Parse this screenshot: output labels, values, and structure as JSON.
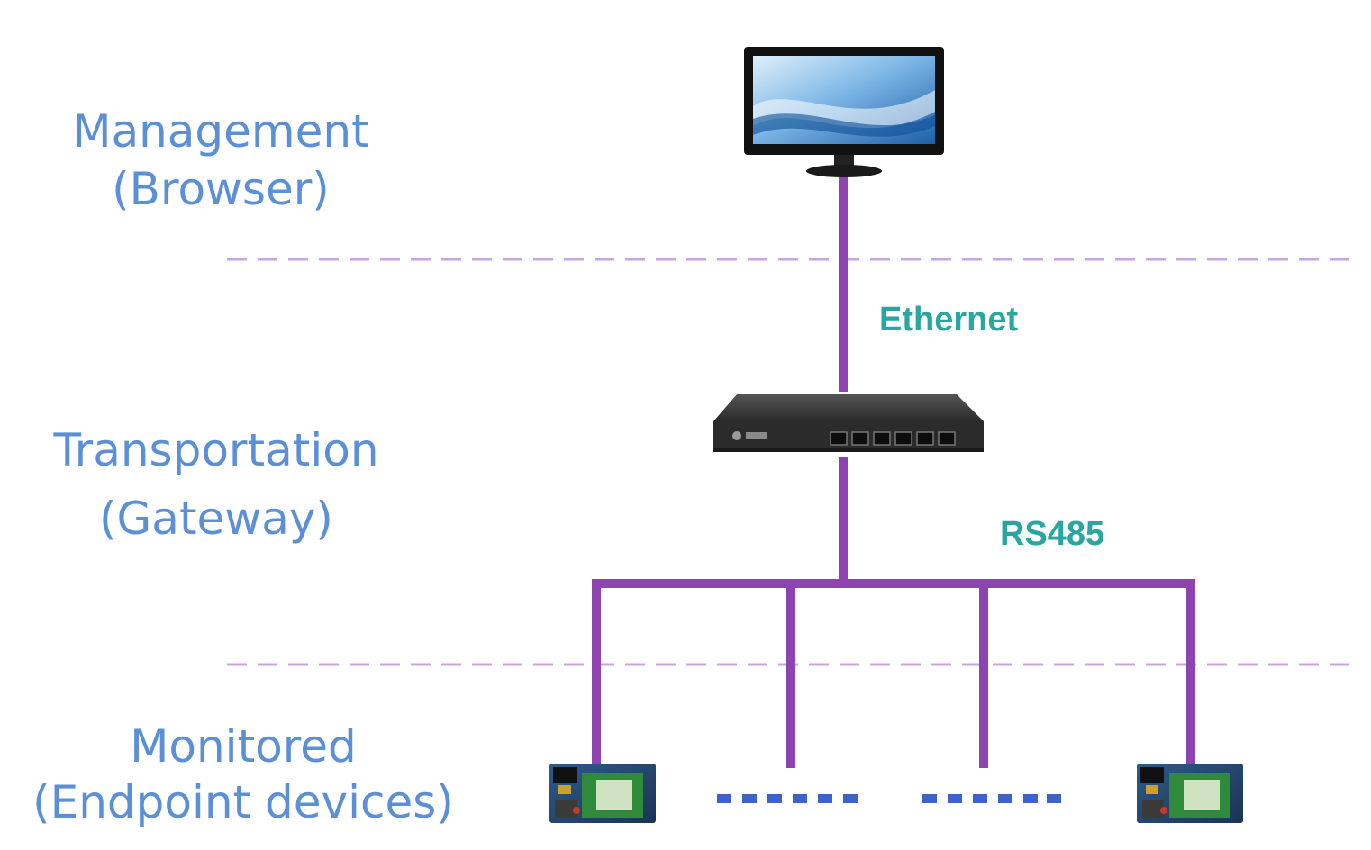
{
  "layers": {
    "management": {
      "title": "Management",
      "subtitle": "(Browser)"
    },
    "transportation": {
      "title": "Transportation",
      "subtitle": "(Gateway)"
    },
    "monitored": {
      "title": "Monitored",
      "subtitle": "(Endpoint devices)"
    }
  },
  "links": {
    "upper": "Ethernet",
    "lower": "RS485"
  },
  "colors": {
    "layer_text": "#5b8fd6",
    "link_text": "#2aa6a0",
    "bus_line": "#8e44b0",
    "divider": "#c9a4e0",
    "ellipsis": "#3b63c9"
  },
  "icons": {
    "management_device": "monitor-icon",
    "gateway_device": "gateway-router-icon",
    "endpoint_device": "circuit-board-icon"
  }
}
